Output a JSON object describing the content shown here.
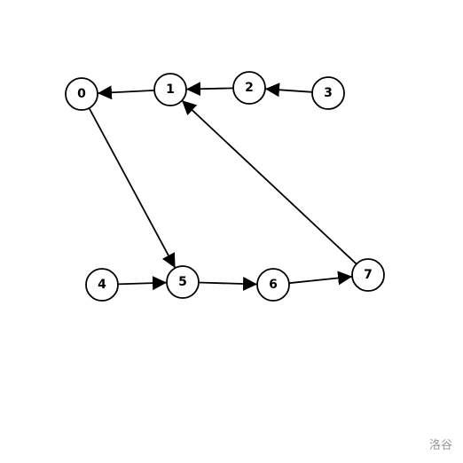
{
  "graph": {
    "nodes": [
      {
        "id": "0",
        "label": "0"
      },
      {
        "id": "1",
        "label": "1"
      },
      {
        "id": "2",
        "label": "2"
      },
      {
        "id": "3",
        "label": "3"
      },
      {
        "id": "4",
        "label": "4"
      },
      {
        "id": "5",
        "label": "5"
      },
      {
        "id": "6",
        "label": "6"
      },
      {
        "id": "7",
        "label": "7"
      }
    ],
    "edges": [
      {
        "from": "1",
        "to": "0"
      },
      {
        "from": "2",
        "to": "1"
      },
      {
        "from": "3",
        "to": "2"
      },
      {
        "from": "0",
        "to": "5"
      },
      {
        "from": "4",
        "to": "5"
      },
      {
        "from": "5",
        "to": "6"
      },
      {
        "from": "6",
        "to": "7"
      },
      {
        "from": "7",
        "to": "1"
      }
    ],
    "colors": {
      "stroke": "#000000",
      "fill": "#ffffff",
      "text": "#000000"
    }
  },
  "watermark": {
    "text": "洛谷"
  }
}
